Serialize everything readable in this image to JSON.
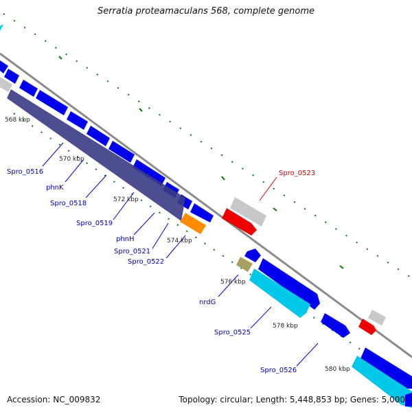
{
  "title": "Serratia proteamaculans 568, complete genome",
  "accession": "Accession: NC_009832",
  "topology": "Topology: circular; Length: 5,448,853 bp; Genes: 5,000",
  "ruler": [
    "568 kbp",
    "570 kbp",
    "572 kbp",
    "574 kbp",
    "576 kbp",
    "578 kbp",
    "580 kbp"
  ],
  "genes": [
    "Spro_0516",
    "phnK",
    "Spro_0518",
    "Spro_0519",
    "phnH",
    "Spro_0521",
    "Spro_0522",
    "Spro_0523",
    "nrdG",
    "Spro_0525",
    "Spro_0526"
  ],
  "colors": {
    "cds_forward": "#0000ee",
    "cds_reverse": "#00c8e8",
    "gene_overlay": "#3a3a86",
    "rna": "#ee0000",
    "other": "#c8c8c8",
    "olive": "#a8a060",
    "orange": "#ff8c00",
    "backbone": "#8a8a8a",
    "ticks": "#007700",
    "label_blue": "#0000aa",
    "label_red": "#cc0000"
  }
}
